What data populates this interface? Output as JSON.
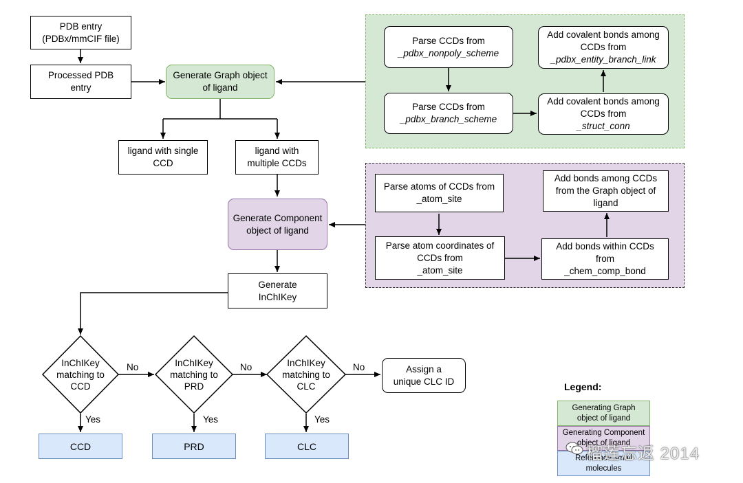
{
  "nodes": {
    "pdb_entry": "PDB entry\n(PDBx/mmCIF file)",
    "processed_pdb": "Processed PDB\nentry",
    "gen_graph": "Generate Graph object\nof ligand",
    "ligand_single": "ligand with single\nCCD",
    "ligand_multi": "ligand with\nmultiple CCDs",
    "gen_component": "Generate Component\nobject of ligand",
    "gen_inchikey": "Generate\nInChIKey",
    "assign_clc": "Assign a\nunique CLC ID",
    "res_ccd": "CCD",
    "res_prd": "PRD",
    "res_clc": "CLC"
  },
  "green_panel": {
    "parse_nonpoly": {
      "line1": "Parse CCDs from",
      "line2": "_pdbx_nonpoly_scheme"
    },
    "parse_branch": {
      "line1": "Parse CCDs from",
      "line2": "_pdbx_branch_scheme"
    },
    "bonds_branch_link": {
      "line1": "Add covalent bonds among",
      "line2": "CCDs from",
      "line3": "_pdbx_entity_branch_link"
    },
    "bonds_struct_conn": {
      "line1": "Add covalent bonds among",
      "line2": "CCDs from",
      "line3": "_struct_conn"
    }
  },
  "purple_panel": {
    "parse_atoms": "Parse atoms of CCDs from\n_atom_site",
    "parse_coords": "Parse atom coordinates of\nCCDs from\n_atom_site",
    "bonds_among": "Add bonds among CCDs\nfrom the Graph object of\nligand",
    "bonds_within": "Add bonds within CCDs\nfrom\n_chem_comp_bond"
  },
  "decisions": {
    "d_ccd": "InChIKey\nmatching to\nCCD",
    "d_prd": "InChIKey\nmatching to\nPRD",
    "d_clc": "InChIKey\nmatching to\nCLC"
  },
  "edge_labels": {
    "no": "No",
    "yes": "Yes"
  },
  "legend": {
    "title": "Legend:",
    "items": [
      "Generating Graph\nobject of ligand",
      "Generating Component\nobject of ligand",
      "Reference small\nmolecules"
    ]
  },
  "watermark": {
    "text": "榴莲忘返 2014",
    "icon": "wechat-icon"
  },
  "colors": {
    "green_fill": "#d5e8d4",
    "green_stroke": "#82b366",
    "purple_fill": "#e1d5e7",
    "purple_stroke": "#9673a6",
    "blue_fill": "#dae8fc",
    "blue_stroke": "#6c8ebf"
  }
}
